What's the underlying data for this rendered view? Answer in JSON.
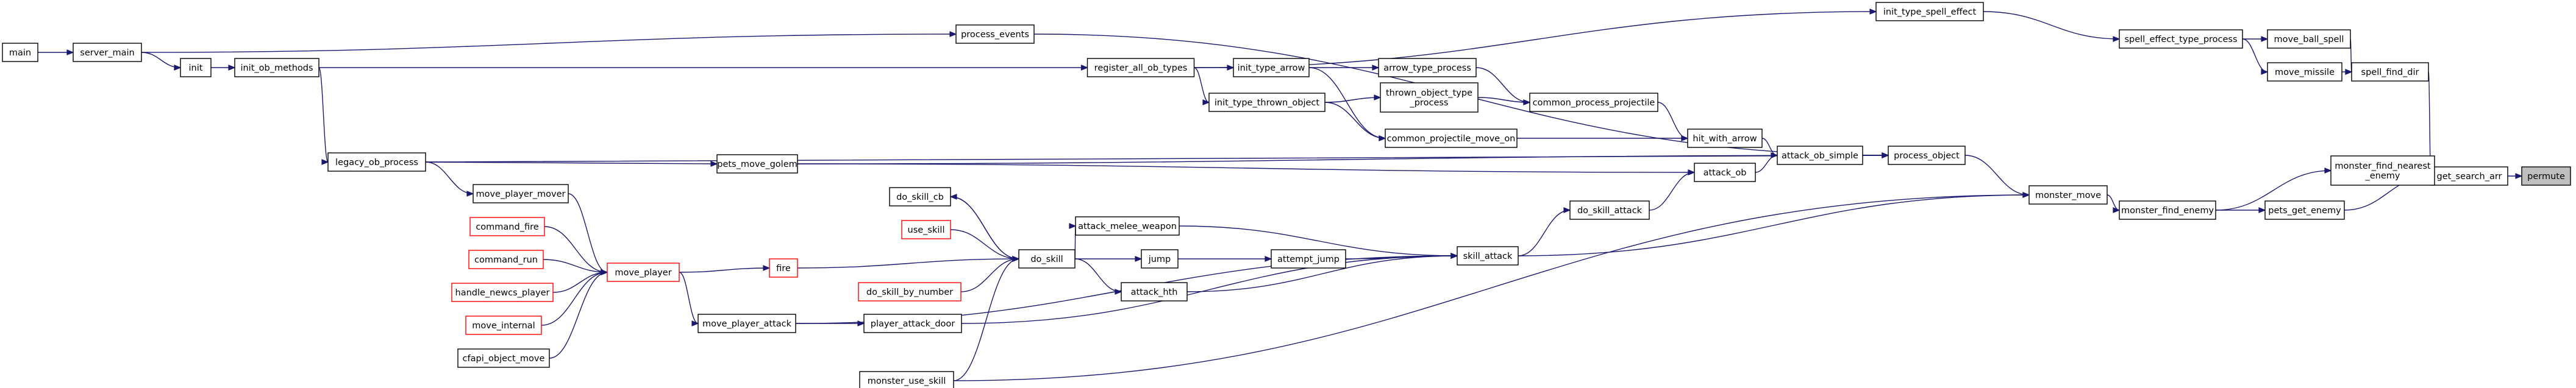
{
  "graph": {
    "edge_color": "#191970",
    "node_border": "#000000",
    "problem_border": "#ff0000",
    "highlight_fill": "#bfbfbf",
    "nodes": [
      {
        "id": "permute",
        "lines": [
          "permute"
        ],
        "style": "hl"
      },
      {
        "id": "get_search_arr",
        "lines": [
          "get_search_arr"
        ]
      },
      {
        "id": "monster_find_nearest_enemy",
        "lines": [
          "monster_find_nearest",
          "_enemy"
        ]
      },
      {
        "id": "pets_get_enemy",
        "lines": [
          "pets_get_enemy"
        ]
      },
      {
        "id": "spell_find_dir",
        "lines": [
          "spell_find_dir"
        ]
      },
      {
        "id": "move_ball_spell",
        "lines": [
          "move_ball_spell"
        ]
      },
      {
        "id": "move_missile",
        "lines": [
          "move_missile"
        ]
      },
      {
        "id": "spell_effect_type_process",
        "lines": [
          "spell_effect_type_process"
        ]
      },
      {
        "id": "init_type_spell_effect",
        "lines": [
          "init_type_spell_effect"
        ]
      },
      {
        "id": "monster_find_enemy",
        "lines": [
          "monster_find_enemy"
        ]
      },
      {
        "id": "monster_move",
        "lines": [
          "monster_move"
        ]
      },
      {
        "id": "process_object",
        "lines": [
          "process_object"
        ]
      },
      {
        "id": "process_events",
        "lines": [
          "process_events"
        ]
      },
      {
        "id": "attack_ob_simple",
        "lines": [
          "attack_ob_simple"
        ]
      },
      {
        "id": "hit_with_arrow",
        "lines": [
          "hit_with_arrow"
        ]
      },
      {
        "id": "attack_ob",
        "lines": [
          "attack_ob"
        ]
      },
      {
        "id": "common_process_projectile",
        "lines": [
          "common_process_projectile"
        ]
      },
      {
        "id": "common_projectile_move_on",
        "lines": [
          "common_projectile_move_on"
        ]
      },
      {
        "id": "arrow_type_process",
        "lines": [
          "arrow_type_process"
        ]
      },
      {
        "id": "thrown_object_type_process",
        "lines": [
          "thrown_object_type",
          "_process"
        ]
      },
      {
        "id": "init_type_arrow",
        "lines": [
          "init_type_arrow"
        ]
      },
      {
        "id": "init_type_thrown_object",
        "lines": [
          "init_type_thrown_object"
        ]
      },
      {
        "id": "register_all_ob_types",
        "lines": [
          "register_all_ob_types"
        ]
      },
      {
        "id": "do_skill_attack",
        "lines": [
          "do_skill_attack"
        ]
      },
      {
        "id": "skill_attack",
        "lines": [
          "skill_attack"
        ]
      },
      {
        "id": "attempt_jump",
        "lines": [
          "attempt_jump"
        ]
      },
      {
        "id": "player_attack_door",
        "lines": [
          "player_attack_door"
        ]
      },
      {
        "id": "attack_melee_weapon",
        "lines": [
          "attack_melee_weapon"
        ]
      },
      {
        "id": "jump",
        "lines": [
          "jump"
        ]
      },
      {
        "id": "attack_hth",
        "lines": [
          "attack_hth"
        ]
      },
      {
        "id": "do_skill",
        "lines": [
          "do_skill"
        ]
      },
      {
        "id": "do_skill_cb",
        "lines": [
          "do_skill_cb"
        ]
      },
      {
        "id": "use_skill",
        "lines": [
          "use_skill"
        ],
        "style": "red"
      },
      {
        "id": "do_skill_by_number",
        "lines": [
          "do_skill_by_number"
        ],
        "style": "red"
      },
      {
        "id": "monster_use_skill",
        "lines": [
          "monster_use_skill"
        ]
      },
      {
        "id": "move_player_attack",
        "lines": [
          "move_player_attack"
        ]
      },
      {
        "id": "pets_move_golem",
        "lines": [
          "pets_move_golem"
        ]
      },
      {
        "id": "fire",
        "lines": [
          "fire"
        ],
        "style": "red"
      },
      {
        "id": "move_player",
        "lines": [
          "move_player"
        ],
        "style": "red"
      },
      {
        "id": "move_player_mover",
        "lines": [
          "move_player_mover"
        ]
      },
      {
        "id": "command_fire",
        "lines": [
          "command_fire"
        ],
        "style": "red"
      },
      {
        "id": "command_run",
        "lines": [
          "command_run"
        ],
        "style": "red"
      },
      {
        "id": "handle_newcs_player",
        "lines": [
          "handle_newcs_player"
        ],
        "style": "red"
      },
      {
        "id": "move_internal",
        "lines": [
          "move_internal"
        ],
        "style": "red"
      },
      {
        "id": "cfapi_object_move",
        "lines": [
          "cfapi_object_move"
        ]
      },
      {
        "id": "legacy_ob_process",
        "lines": [
          "legacy_ob_process"
        ]
      },
      {
        "id": "init_ob_methods",
        "lines": [
          "init_ob_methods"
        ]
      },
      {
        "id": "init",
        "lines": [
          "init"
        ]
      },
      {
        "id": "server_main",
        "lines": [
          "server_main"
        ]
      },
      {
        "id": "main",
        "lines": [
          "main"
        ]
      }
    ],
    "edges": [
      [
        "permute",
        "get_search_arr"
      ],
      [
        "get_search_arr",
        "monster_find_nearest_enemy"
      ],
      [
        "get_search_arr",
        "pets_get_enemy"
      ],
      [
        "get_search_arr",
        "spell_find_dir"
      ],
      [
        "spell_find_dir",
        "move_ball_spell"
      ],
      [
        "spell_find_dir",
        "move_missile"
      ],
      [
        "move_ball_spell",
        "spell_effect_type_process"
      ],
      [
        "move_missile",
        "spell_effect_type_process"
      ],
      [
        "spell_effect_type_process",
        "init_type_spell_effect"
      ],
      [
        "init_type_spell_effect",
        "register_all_ob_types"
      ],
      [
        "monster_find_nearest_enemy",
        "monster_find_enemy"
      ],
      [
        "pets_get_enemy",
        "monster_find_enemy"
      ],
      [
        "monster_find_enemy",
        "monster_move"
      ],
      [
        "monster_move",
        "process_object"
      ],
      [
        "monster_move",
        "skill_attack"
      ],
      [
        "monster_move",
        "monster_use_skill"
      ],
      [
        "process_object",
        "process_events"
      ],
      [
        "process_object",
        "pets_move_golem"
      ],
      [
        "process_object",
        "legacy_ob_process"
      ],
      [
        "process_object",
        "attack_ob_simple"
      ],
      [
        "process_events",
        "server_main"
      ],
      [
        "attack_ob_simple",
        "hit_with_arrow"
      ],
      [
        "attack_ob_simple",
        "attack_ob"
      ],
      [
        "hit_with_arrow",
        "common_process_projectile"
      ],
      [
        "hit_with_arrow",
        "common_projectile_move_on"
      ],
      [
        "common_process_projectile",
        "arrow_type_process"
      ],
      [
        "common_process_projectile",
        "thrown_object_type_process"
      ],
      [
        "common_projectile_move_on",
        "init_type_arrow"
      ],
      [
        "common_projectile_move_on",
        "init_type_thrown_object"
      ],
      [
        "arrow_type_process",
        "init_type_arrow"
      ],
      [
        "thrown_object_type_process",
        "init_type_thrown_object"
      ],
      [
        "init_type_arrow",
        "register_all_ob_types"
      ],
      [
        "init_type_thrown_object",
        "register_all_ob_types"
      ],
      [
        "register_all_ob_types",
        "init_ob_methods"
      ],
      [
        "attack_ob",
        "do_skill_attack"
      ],
      [
        "attack_ob",
        "pets_move_golem"
      ],
      [
        "do_skill_attack",
        "skill_attack"
      ],
      [
        "skill_attack",
        "attack_melee_weapon"
      ],
      [
        "skill_attack",
        "attempt_jump"
      ],
      [
        "skill_attack",
        "attack_hth"
      ],
      [
        "skill_attack",
        "player_attack_door"
      ],
      [
        "skill_attack",
        "move_player_attack"
      ],
      [
        "attempt_jump",
        "jump"
      ],
      [
        "jump",
        "do_skill"
      ],
      [
        "attack_melee_weapon",
        "do_skill"
      ],
      [
        "attack_hth",
        "do_skill"
      ],
      [
        "player_attack_door",
        "move_player_attack"
      ],
      [
        "do_skill",
        "do_skill_cb"
      ],
      [
        "do_skill",
        "use_skill"
      ],
      [
        "do_skill",
        "do_skill_by_number"
      ],
      [
        "do_skill",
        "monster_use_skill"
      ],
      [
        "do_skill",
        "fire"
      ],
      [
        "do_skill_cb",
        "do_skill"
      ],
      [
        "move_player_attack",
        "move_player"
      ],
      [
        "fire",
        "move_player"
      ],
      [
        "move_player",
        "move_player_mover"
      ],
      [
        "move_player",
        "command_fire"
      ],
      [
        "move_player",
        "command_run"
      ],
      [
        "move_player",
        "handle_newcs_player"
      ],
      [
        "move_player",
        "move_internal"
      ],
      [
        "move_player",
        "cfapi_object_move"
      ],
      [
        "move_player_mover",
        "legacy_ob_process"
      ],
      [
        "pets_move_golem",
        "legacy_ob_process"
      ],
      [
        "legacy_ob_process",
        "init_ob_methods"
      ],
      [
        "init_ob_methods",
        "init"
      ],
      [
        "init",
        "server_main"
      ],
      [
        "server_main",
        "main"
      ]
    ]
  }
}
